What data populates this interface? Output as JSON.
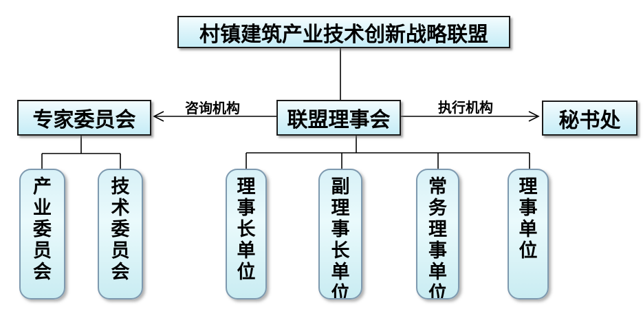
{
  "diagram": {
    "nodes": {
      "root": "村镇建筑产业技术创新战略联盟",
      "council": "联盟理事会",
      "expert_committee": "专家委员会",
      "secretariat": "秘书处"
    },
    "edge_labels": {
      "advisory": "咨询机构",
      "executive": "执行机构"
    },
    "expert_children": [
      {
        "label": "产业委员会"
      },
      {
        "label": "技术委员会"
      }
    ],
    "council_children": [
      {
        "label": "理事长单位"
      },
      {
        "label": "副理事长单位"
      },
      {
        "label": "常务理事单位"
      },
      {
        "label": "理事单位"
      }
    ],
    "colors": {
      "node-border": "#1a1a1a",
      "rounded-border": "#7d99af",
      "fill-top": "#f3fcfe",
      "fill-bottom": "#c6edf7",
      "connector": "#000000"
    }
  }
}
